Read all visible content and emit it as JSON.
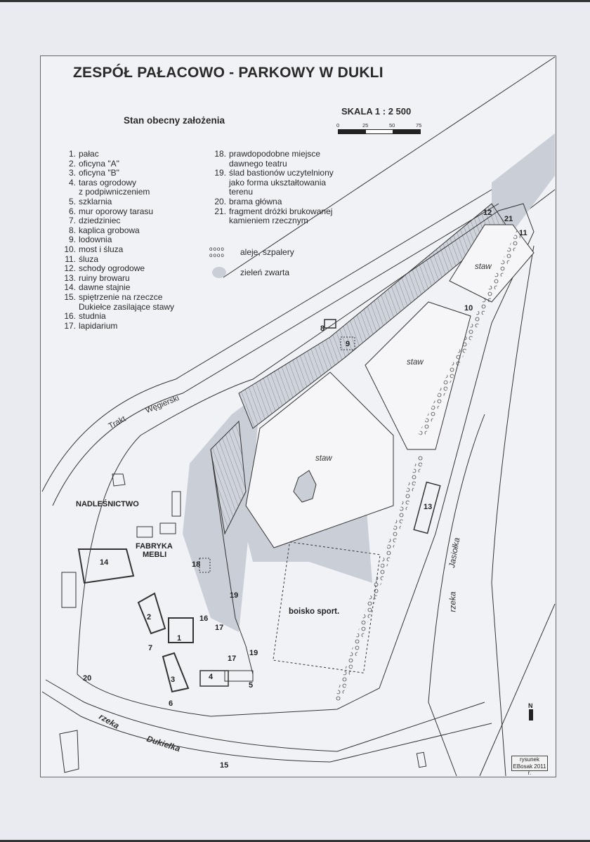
{
  "title": "ZESPÓŁ PAŁACOWO - PARKOWY W DUKLI",
  "subtitle": "Stan obecny założenia",
  "scale": {
    "label": "SKALA  1 : 2 500",
    "ticks": [
      "0",
      "25",
      "50",
      "75"
    ]
  },
  "legend": {
    "items": [
      {
        "n": "1.",
        "t": "pałac"
      },
      {
        "n": "2.",
        "t": "oficyna \"A\""
      },
      {
        "n": "3.",
        "t": "oficyna \"B\""
      },
      {
        "n": "4.",
        "t": "taras ogrodowy\nz podpiwniczeniem"
      },
      {
        "n": "5.",
        "t": "szklarnia"
      },
      {
        "n": "6.",
        "t": "mur oporowy tarasu"
      },
      {
        "n": "7.",
        "t": "dziedziniec"
      },
      {
        "n": "8.",
        "t": "kaplica grobowa"
      },
      {
        "n": "9.",
        "t": "lodownia"
      },
      {
        "n": "10.",
        "t": "most i śluza"
      },
      {
        "n": "11.",
        "t": "śluza"
      },
      {
        "n": "12.",
        "t": "schody ogrodowe"
      },
      {
        "n": "13.",
        "t": "ruiny browaru"
      },
      {
        "n": "14.",
        "t": "dawne stajnie"
      },
      {
        "n": "15.",
        "t": "spiętrzenie na rzeczce\nDukiełce zasilające stawy"
      },
      {
        "n": "16.",
        "t": "studnia"
      },
      {
        "n": "17.",
        "t": "lapidarium"
      }
    ],
    "items2": [
      {
        "n": "18.",
        "t": "prawdopodobne miejsce\ndawnego teatru"
      },
      {
        "n": "19.",
        "t": "ślad bastionów uczytelniony\njako forma ukształtowania\nterenu"
      },
      {
        "n": "20.",
        "t": "brama główna"
      },
      {
        "n": "21.",
        "t": "fragment dróżki brukowanej\nkamieniem rzecznym"
      }
    ],
    "symbols": [
      {
        "glyph": "oooo\noooo",
        "label": "aleje, szpalery"
      },
      {
        "glyph": "",
        "label": "zieleń zwarta"
      }
    ]
  },
  "map_labels": {
    "road": [
      "Trakt",
      "Węgierski"
    ],
    "nadlesnictwo": "NADLEŚNICTWO",
    "fabryka": [
      "FABRYKA",
      "MEBLI"
    ],
    "boisko": "boisko sport.",
    "ponds": [
      "staw",
      "staw",
      "staw"
    ],
    "river_dukielka": [
      "rzeka",
      "Dukiełka"
    ],
    "river_jasiolka": [
      "Jasiołka",
      "rzeka"
    ],
    "numbers": [
      "1",
      "2",
      "3",
      "4",
      "5",
      "6",
      "7",
      "8",
      "9",
      "10",
      "11",
      "12",
      "13",
      "14",
      "15",
      "16",
      "17",
      "17",
      "18",
      "19",
      "19",
      "20",
      "21"
    ]
  },
  "north": "N",
  "credit": [
    "rysunek",
    "EBosak 2011 r."
  ],
  "colors": {
    "paper": "#f1f2f6",
    "green": "#c9ced7",
    "ink": "#2a2a2a"
  }
}
